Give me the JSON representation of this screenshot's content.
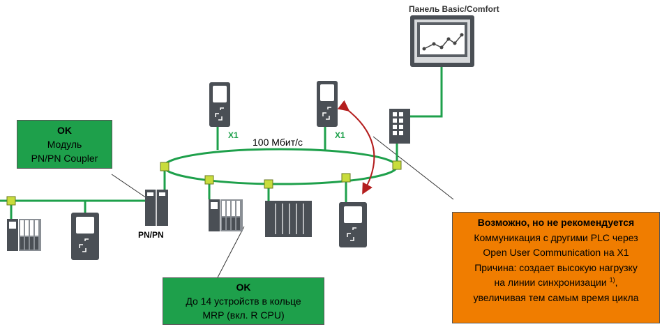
{
  "panel_label": "Панель Basic/Comfort",
  "ring_speed_label": "100 Мбит/с",
  "x1_label": "X1",
  "coupler_label": "PN/PN",
  "box_ok_coupler": {
    "title": "OK",
    "line1": "Модуль",
    "line2": "PN/PN Coupler"
  },
  "box_ok_mrp": {
    "title": "OK",
    "line1": "До 14 устройств в кольце",
    "line2": "MRP (вкл. R CPU)"
  },
  "box_warning": {
    "title": "Возможно, но не рекомендуется",
    "line1": "Коммуникация с другими PLC через",
    "line2": "Open User Communication на X1",
    "line3": "Причина: создает высокую нагрузку",
    "line4": "на линии синхронизации",
    "footnote": "1)",
    "line4_end": ",",
    "line5": "увеличивая тем самым время цикла"
  },
  "colors": {
    "network_green": "#1ea04b",
    "ok_box": "#1ea04b",
    "warning_box": "#f07d00",
    "port_yellow": "#c8dc3c",
    "device_dark": "#4a4f55",
    "arrow_red": "#b41e1e"
  }
}
